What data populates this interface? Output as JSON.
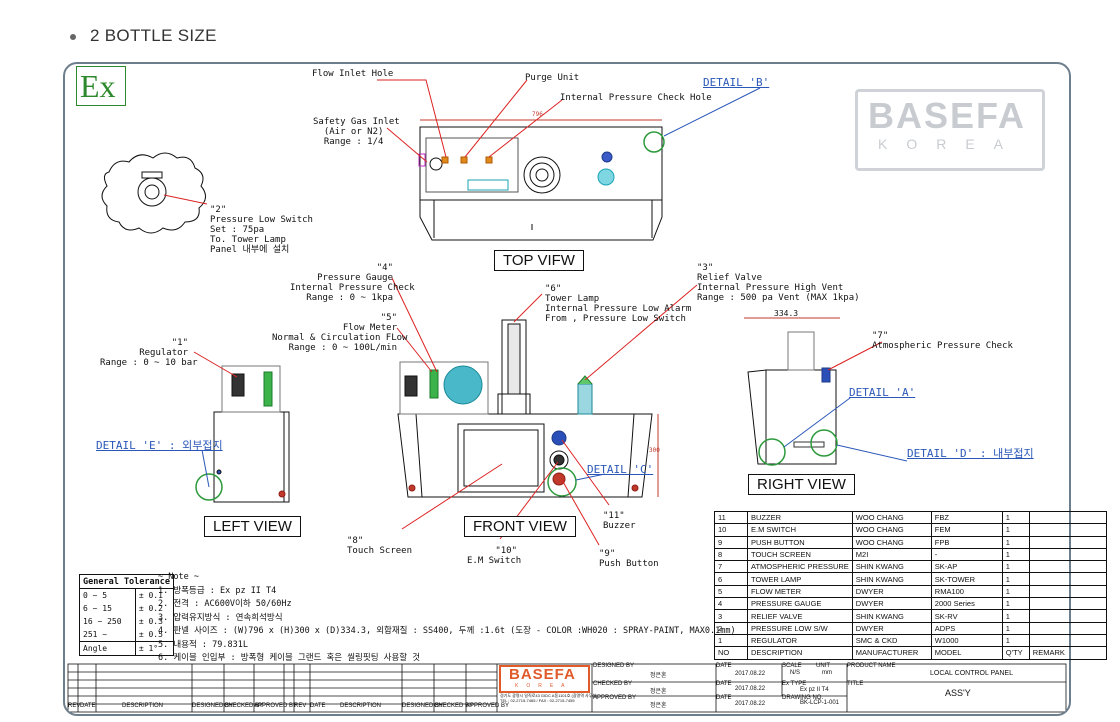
{
  "heading": "2 BOTTLE SIZE",
  "ex_mark": "Ex",
  "watermark": {
    "main": "BASEFA",
    "sub": "KOREA"
  },
  "views": {
    "top": "TOP VIFW",
    "left": "LEFT VIEW",
    "front": "FRONT VIEW",
    "right": "RIGHT VIEW"
  },
  "details": {
    "b": "DETAIL 'B'",
    "a": "DETAIL 'A'",
    "c": "DETAIL 'C'",
    "d": "DETAIL 'D' : 내부접지",
    "e": "DETAIL 'E' : 외부접지"
  },
  "callouts": {
    "flow_inlet": "Flow Inlet Hole",
    "purge_unit": "Purge Unit",
    "internal_check": "Internal Pressure Check Hole",
    "safety_gas": "Safety Gas Inlet\n  (Air or N2)\n  Range : 1/4",
    "c2": "\"2\"\nPressure Low Switch\nSet : 75pa\nTo. Tower Lamp\nPanel 내부에 설치",
    "c4": "\"4\"\nPressure Gauge\nInternal Pressure Check\nRange : 0 ~ 1kpa",
    "c5": "\"5\"\nFlow Meter\nNormal & Circulation FLow\nRange : 0 ~ 100L/min",
    "c6": "\"6\"\nTower Lamp\nInternal Pressure Low Alarm\nFrom , Pressure Low Switch",
    "c3": "\"3\"\nRelief Valve\nInternal Pressure High Vent\nRange : 500 pa Vent (MAX 1kpa)",
    "c7": "\"7\"\nAtmospheric Pressure Check",
    "c1": "\"1\"\nRegulator\nRange : 0 ~ 10 bar",
    "c8": "\"8\"\nTouch Screen",
    "c10": "\"10\"\nE.M Switch",
    "c9": "\"9\"\nPush Button",
    "c11": "\"11\"\nBuzzer"
  },
  "dimensions": {
    "top_width": "796",
    "right_width": "334.3",
    "front_height": "300"
  },
  "note": {
    "title": "~ Note ~",
    "lines": [
      "1. 방폭등급 : Ex pz II T4",
      "2. 전격 : AC600V이하  50/60Hz",
      "3. 압력유지방식 : 연속희석방식",
      "4. 판넬 사이즈 : (W)796 x (H)300 x (D)334.3, 외함재질 : SS400, 두께 :1.6t (도장 - COLOR :WH020  : SPRAY-PAINT, MAX0.1mm)",
      "5. 내용적 : 79.831L",
      "6. 케이블 인입부 : 방폭형 케이블 그랜드 혹은 씰링핏팅 사용할 것"
    ]
  },
  "tolerance": {
    "title": "General Tolerance",
    "rows": [
      [
        "0 ~ 5",
        "± 0.1"
      ],
      [
        "6 ~ 15",
        "± 0.2"
      ],
      [
        "16 ~ 250",
        "± 0.3"
      ],
      [
        "251 ~",
        "± 0.5"
      ],
      [
        "Angle",
        "± 1°"
      ]
    ]
  },
  "bom": {
    "rows": [
      [
        "11",
        "BUZZER",
        "WOO CHANG",
        "FBZ",
        "1",
        ""
      ],
      [
        "10",
        "E.M SWITCH",
        "WOO CHANG",
        "FEM",
        "1",
        ""
      ],
      [
        "9",
        "PUSH BUTTON",
        "WOO CHANG",
        "FPB",
        "1",
        ""
      ],
      [
        "8",
        "TOUCH SCREEN",
        "M2I",
        "-",
        "1",
        ""
      ],
      [
        "7",
        "ATMOSPHERIC PRESSURE",
        "SHIN KWANG",
        "SK-AP",
        "1",
        ""
      ],
      [
        "6",
        "TOWER LAMP",
        "SHIN KWANG",
        "SK-TOWER",
        "1",
        ""
      ],
      [
        "5",
        "FLOW METER",
        "DWYER",
        "RMA100",
        "1",
        ""
      ],
      [
        "4",
        "PRESSURE GAUGE",
        "DWYER",
        "2000 Series",
        "1",
        ""
      ],
      [
        "3",
        "RELIEF VALVE",
        "SHIN KWANG",
        "SK-RV",
        "1",
        ""
      ],
      [
        "2",
        "PRESSURE LOW S/W",
        "DWYER",
        "ADPS",
        "1",
        ""
      ],
      [
        "1",
        "REGULATOR",
        "SMC & CKD",
        "W1000",
        "1",
        ""
      ],
      [
        "NO",
        "DESCRIPTION",
        "MANUFACTURER",
        "MODEL",
        "Q'TY",
        "REMARK"
      ]
    ]
  },
  "title_block": {
    "rev_headers": [
      "REV",
      "DATE",
      "DESCRIPTION",
      "DESIGNED BY",
      "CHECKED BY",
      "APPROVED BY"
    ],
    "designed_by": "DESIGNED BY",
    "checked_by": "CHECKED BY",
    "approved_by": "APPROVED BY",
    "date_label": "DATE",
    "scale_label": "SCALE",
    "scale": "N/S",
    "unit_label": "UNIT",
    "unit": "mm",
    "type_label": "Ex TYPE",
    "ex_type": "Ex pz II T4",
    "drawing_label": "DRAWING NO.",
    "drawing_no": "BK-LCP-1-001",
    "date1": "2017.08.22",
    "date2": "2017.08.22",
    "date3": "2017.08.22",
    "person": "정은혼",
    "product_label": "PRODUCT NAME",
    "product": "LOCAL CONTROL PANEL",
    "title_label": "TITLE",
    "title": "ASS'Y",
    "company_logo": "BASEFA",
    "company_sub": "KOREA",
    "company_addr": "경기도 광명시 일직로43 GIDC A동1101호 (광명역 사무실)\nTEL : 02-2715-7465 / FAX : 02-2715-7455"
  }
}
